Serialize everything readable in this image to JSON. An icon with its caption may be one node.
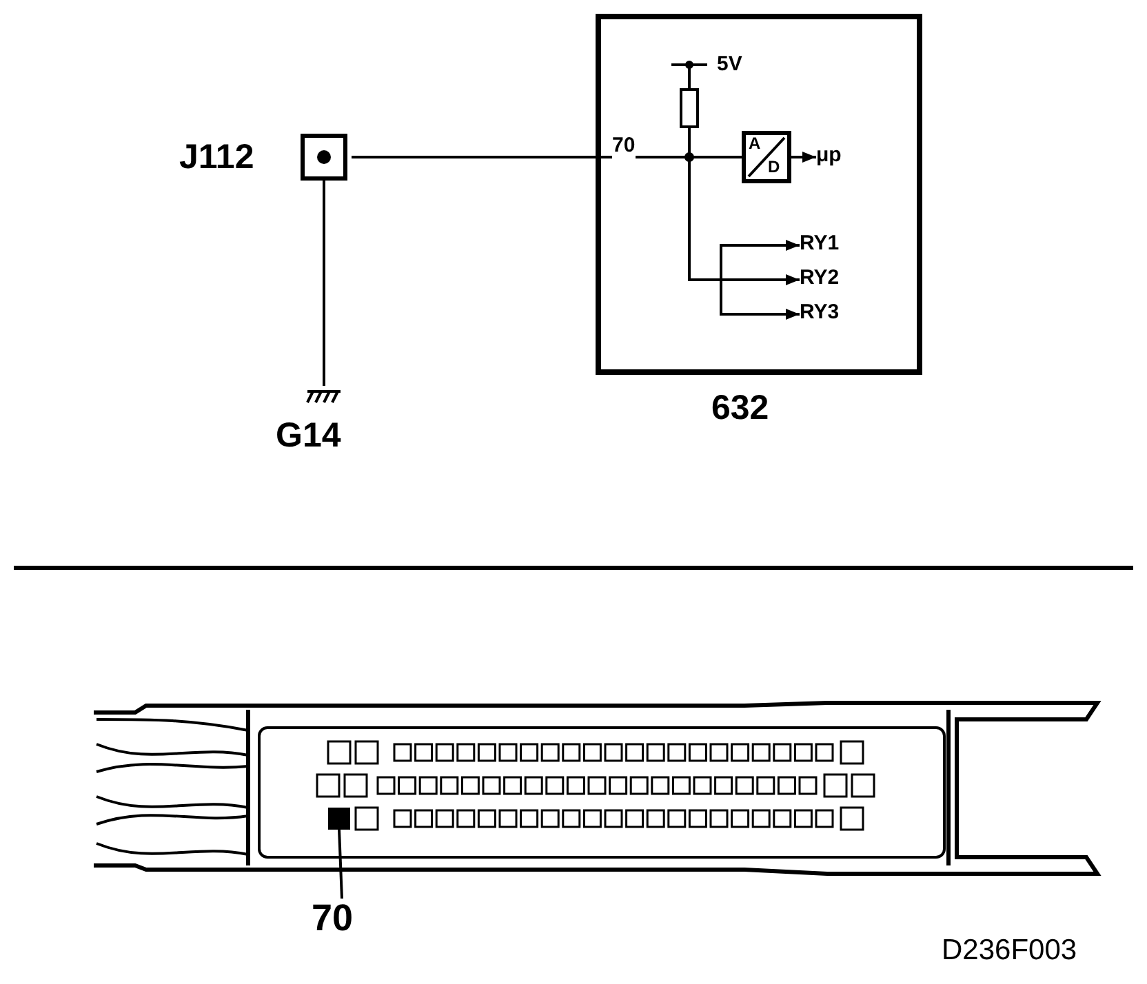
{
  "diagram": {
    "nodes": [
      {
        "text": [
          "J112"
        ]
      },
      {
        "text": [
          "G14"
        ]
      },
      {
        "text": [
          "632"
        ]
      },
      {
        "text": [
          "A",
          "D"
        ],
        "in": 2
      },
      {
        "text": [
          "μp"
        ],
        "in": 2
      },
      {
        "text": [
          "RY1"
        ],
        "in": 2
      },
      {
        "text": [
          "RY2"
        ],
        "in": 2
      },
      {
        "text": [
          "RY3"
        ],
        "in": 2
      },
      {
        "text": [
          "70"
        ]
      },
      {
        "text": [],
        "shape": "box"
      }
    ],
    "edges": [
      {
        "from": 0,
        "to": 3,
        "arrow": "none",
        "label": "70"
      },
      {
        "from": 0,
        "to": 1,
        "arrow": "none"
      },
      {
        "from": 3,
        "to": 4,
        "arrow": "to"
      },
      {
        "from": 0,
        "to": 5,
        "arrow": "to"
      },
      {
        "from": 0,
        "to": 6,
        "arrow": "to"
      },
      {
        "from": 0,
        "to": 7,
        "arrow": "to"
      },
      {
        "from": 8,
        "to": 9,
        "arrow": "none"
      }
    ],
    "labels": [
      "5V",
      "D236F003"
    ]
  }
}
